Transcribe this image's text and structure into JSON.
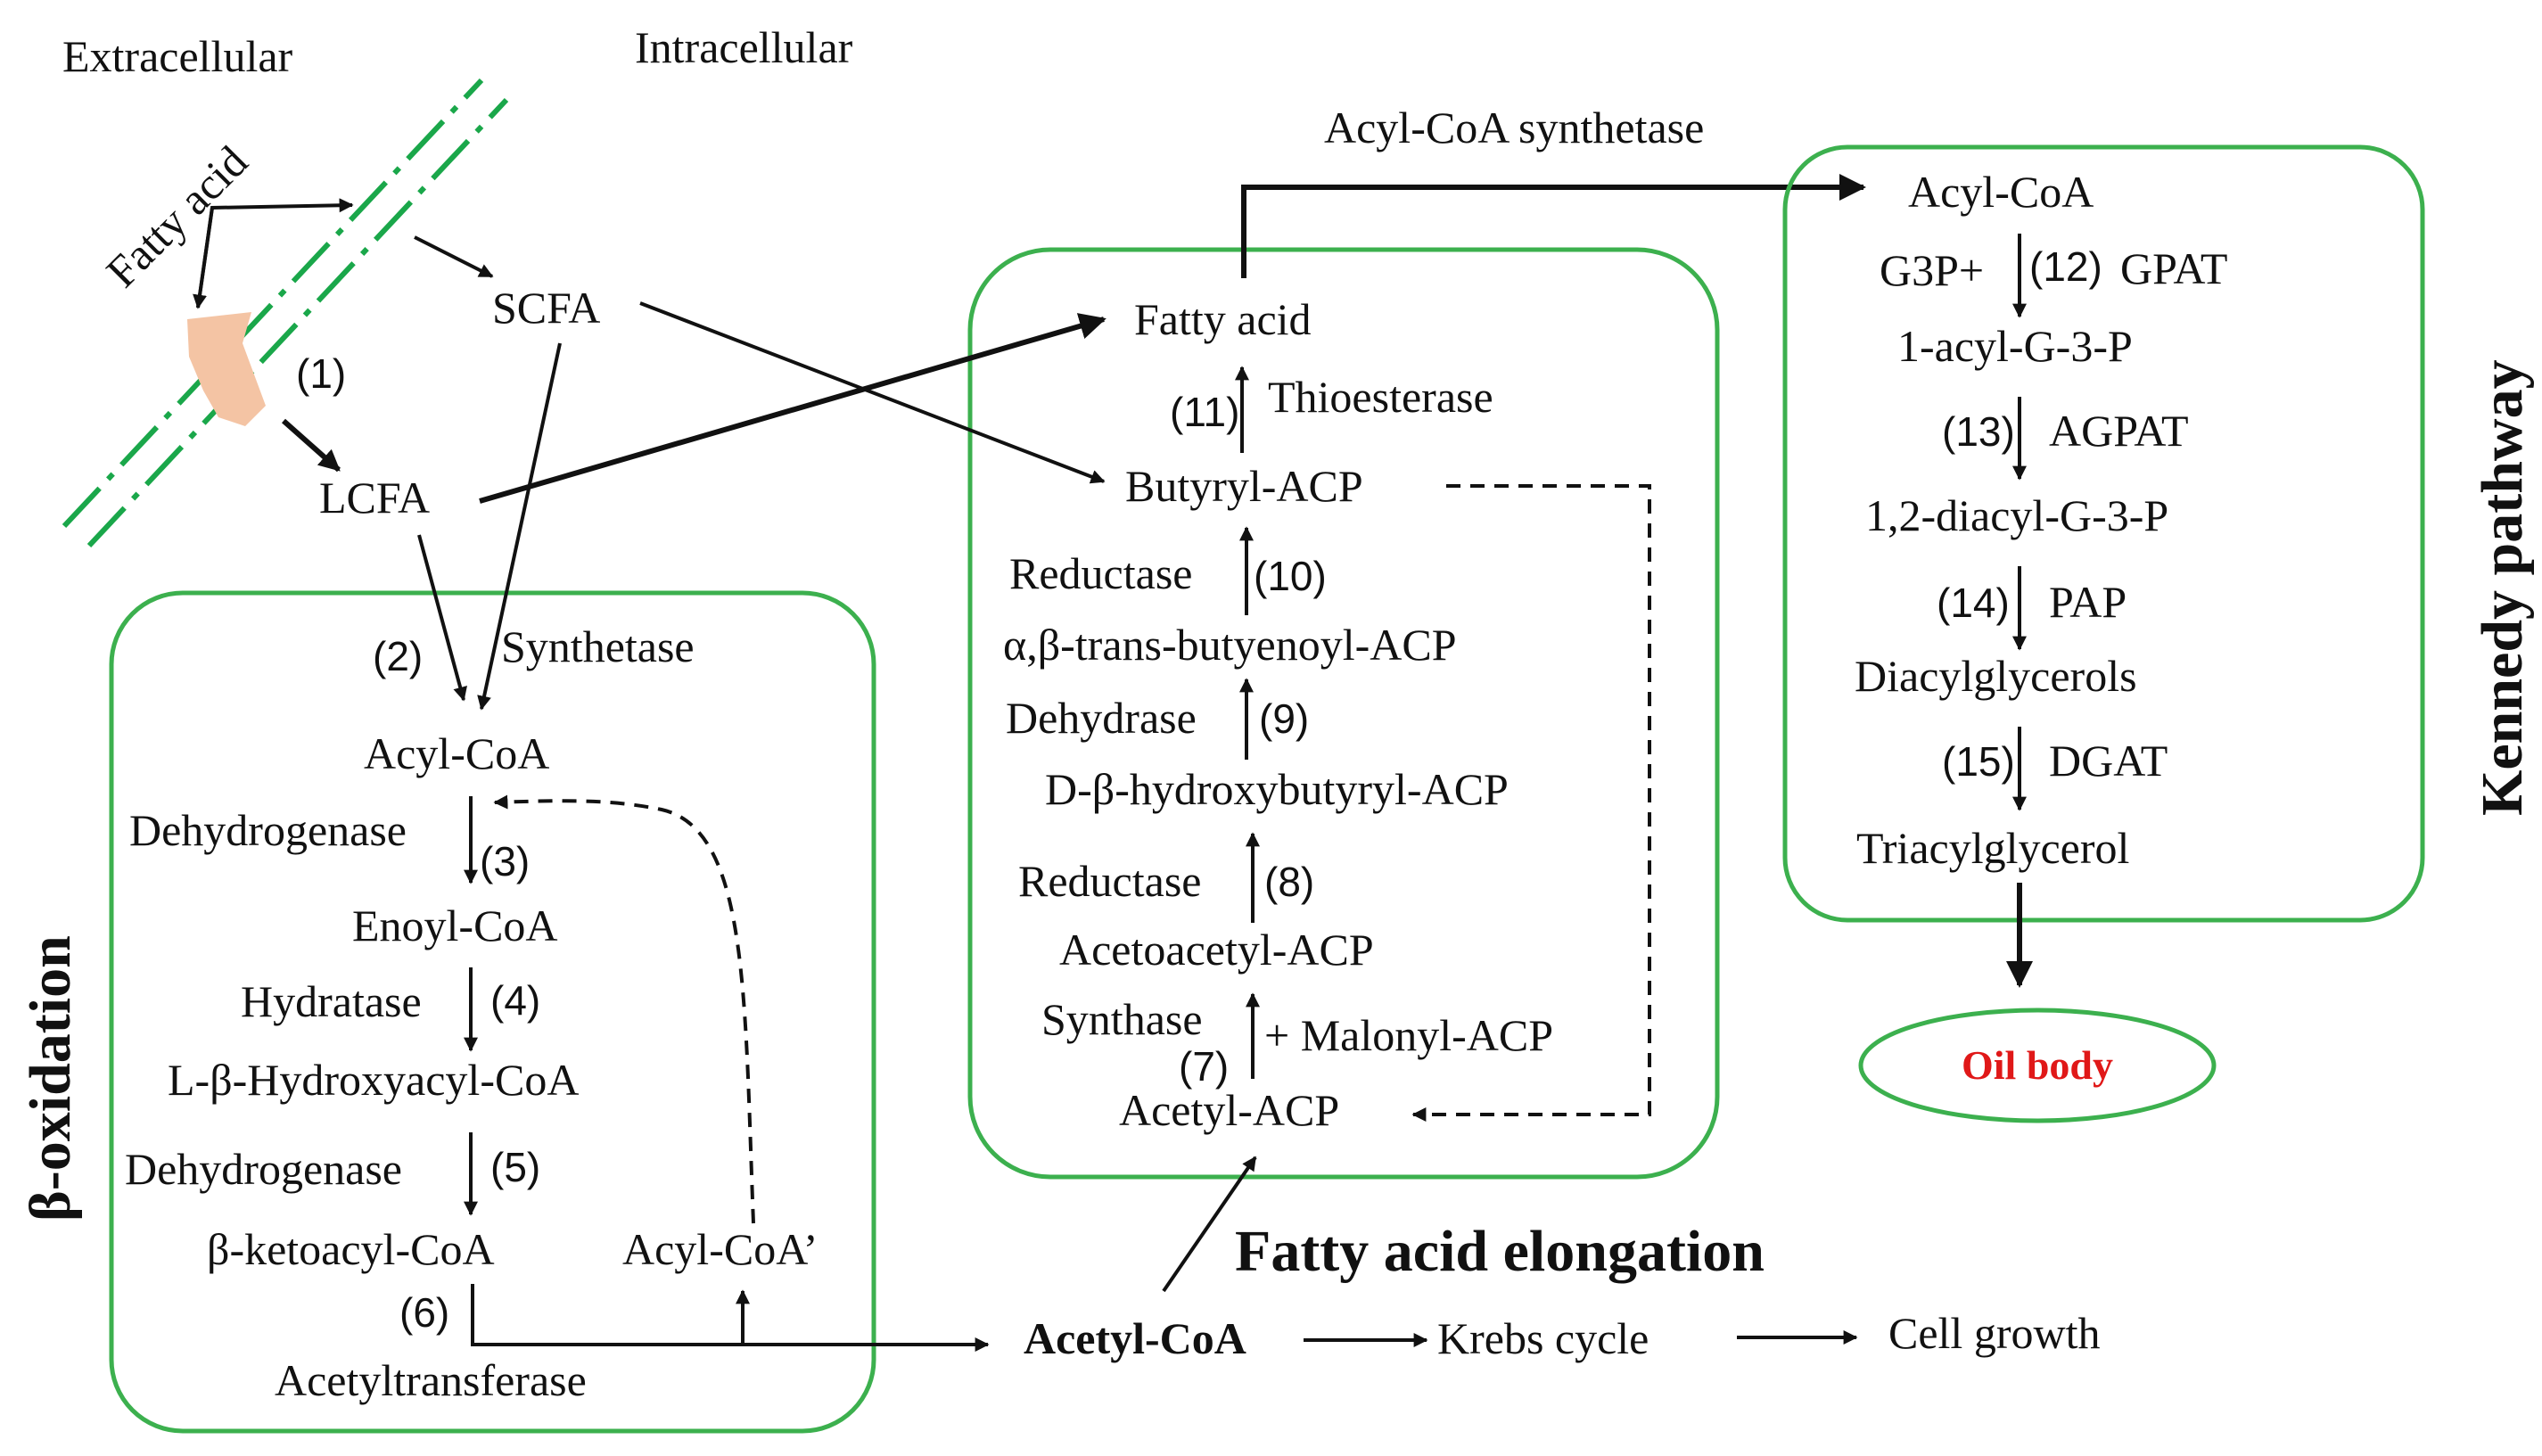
{
  "regions": {
    "extracellular": "Extracellular",
    "intracellular": "Intracellular"
  },
  "membrane": {
    "fatty_acid": "Fatty acid",
    "scfa": "SCFA",
    "lcfa": "LCFA",
    "step1": "(1)"
  },
  "beta_oxidation": {
    "title": "β-oxidation",
    "step2": "(2)",
    "synthetase": "Synthetase",
    "acyl_coa": "Acyl-CoA",
    "dehydrogenase_1": "Dehydrogenase",
    "step3": "(3)",
    "enoyl_coa": "Enoyl-CoA",
    "hydratase": "Hydratase",
    "step4": "(4)",
    "hydroxyacyl_coa": "L-β-Hydroxyacyl-CoA",
    "dehydrogenase_2": "Dehydrogenase",
    "step5": "(5)",
    "ketoacyl_coa": "β-ketoacyl-CoA",
    "acyl_coa_prime": "Acyl-CoA’",
    "step6": "(6)",
    "acetyltransferase": "Acetyltransferase"
  },
  "elongation": {
    "title": "Fatty acid elongation",
    "fatty_acid": "Fatty acid",
    "step11": "(11)",
    "thioesterase": "Thioesterase",
    "butyryl_acp": "Butyryl-ACP",
    "reductase_1": "Reductase",
    "step10": "(10)",
    "butyenoyl_acp": "α,β-trans-butyenoyl-ACP",
    "dehydrase": "Dehydrase",
    "step9": "(9)",
    "hydroxybutyryl_acp": "D-β-hydroxybutyryl-ACP",
    "reductase_2": "Reductase",
    "step8": "(8)",
    "acetoacetyl_acp": "Acetoacetyl-ACP",
    "synthase": "Synthase",
    "step7": "(7)",
    "malonyl_acp": "+ Malonyl-ACP",
    "acetyl_acp": "Acetyl-ACP"
  },
  "bottom": {
    "acetyl_coa": "Acetyl-CoA",
    "krebs_cycle": "Krebs cycle",
    "cell_growth": "Cell growth"
  },
  "kennedy": {
    "title": "Kennedy pathway",
    "acyl_coa_synthetase": "Acyl-CoA synthetase",
    "acyl_coa": "Acyl-CoA",
    "g3p": "G3P+",
    "step12": "(12)",
    "gpat": "GPAT",
    "acyl_g3p": "1-acyl-G-3-P",
    "step13": "(13)",
    "agpat": "AGPAT",
    "diacyl_g3p": "1,2-diacyl-G-3-P",
    "step14": "(14)",
    "pap": "PAP",
    "diacylglycerols": "Diacylglycerols",
    "step15": "(15)",
    "dgat": "DGAT",
    "triacylglycerol": "Triacylglycerol",
    "oil_body": "Oil body"
  },
  "colors": {
    "box_green": "#3cb04e",
    "membrane_green": "#1aa74a",
    "transporter": "#f4c4a4",
    "oil_body_text": "#e01818"
  }
}
